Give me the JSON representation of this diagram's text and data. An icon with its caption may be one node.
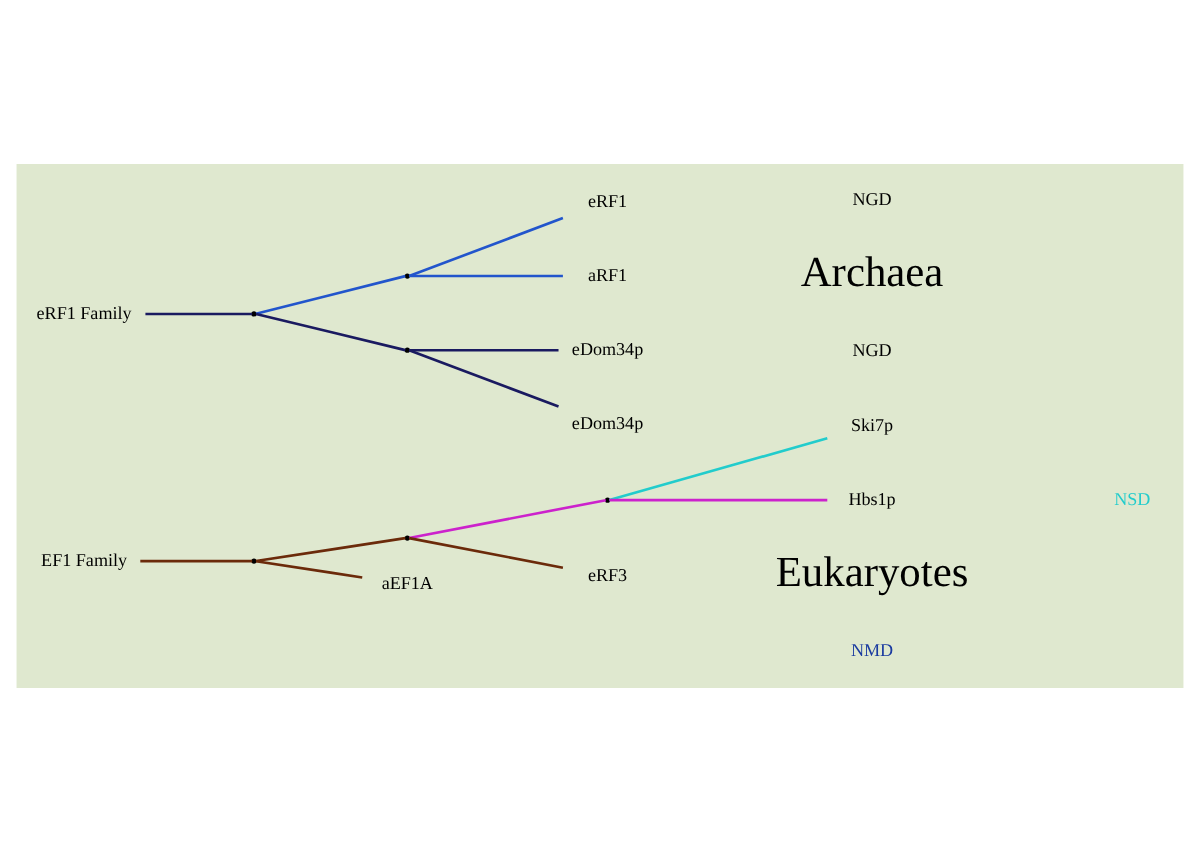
{
  "diagram": {
    "nodes": [
      {
        "text": [
          "EF1 Family"
        ]
      },
      {
        "text": [
          "eRF1 Family"
        ]
      },
      {
        "text": [],
        "shape": "point"
      },
      {
        "text": [],
        "shape": "point"
      },
      {
        "text": [],
        "shape": "point"
      },
      {
        "text": [],
        "shape": "point"
      },
      {
        "text": [],
        "shape": "point"
      },
      {
        "text": [],
        "shape": "point"
      },
      {
        "text": [
          "Ski7p"
        ]
      },
      {
        "text": [
          "Hbs1p"
        ]
      },
      {
        "text": [
          "eRF3"
        ]
      },
      {
        "text": [
          "eRF1"
        ]
      },
      {
        "text": [
          "eDom34p"
        ]
      },
      {
        "text": [
          "aEF1A"
        ]
      },
      {
        "text": [
          "aRF1"
        ]
      },
      {
        "text": [
          "eDom34p"
        ]
      }
    ],
    "edges": [
      {
        "from": 0,
        "to": 2,
        "arrow": "none",
        "color": "#6b2a0a"
      },
      {
        "from": 2,
        "to": 3,
        "arrow": "none",
        "color": "#6b2a0a"
      },
      {
        "from": 3,
        "to": 4,
        "arrow": "none",
        "color": "#cc22cc"
      },
      {
        "from": 4,
        "to": 8,
        "arrow": "none",
        "color": "#22cccc"
      },
      {
        "from": 4,
        "to": 9,
        "arrow": "none",
        "color": "#cc22cc"
      },
      {
        "from": 3,
        "to": 10,
        "arrow": "none",
        "color": "#6b2a0a"
      },
      {
        "from": 2,
        "to": 13,
        "arrow": "none",
        "color": "#6b2a0a"
      },
      {
        "from": 1,
        "to": 5,
        "arrow": "none",
        "color": "#1a1a60"
      },
      {
        "from": 5,
        "to": 6,
        "arrow": "none",
        "color": "#2255cc"
      },
      {
        "from": 6,
        "to": 11,
        "arrow": "none",
        "color": "#2255cc"
      },
      {
        "from": 6,
        "to": 14,
        "arrow": "none",
        "color": "#2255cc"
      },
      {
        "from": 5,
        "to": 7,
        "arrow": "none",
        "color": "#1a1a60"
      },
      {
        "from": 7,
        "to": 12,
        "arrow": "none",
        "color": "#1a1a60"
      },
      {
        "from": 7,
        "to": 15,
        "arrow": "none",
        "color": "#1a1a60"
      }
    ],
    "labels": [
      "Eukaryotes",
      "NSD",
      "NMD",
      "NGD",
      "Archaea",
      "NGD"
    ]
  }
}
